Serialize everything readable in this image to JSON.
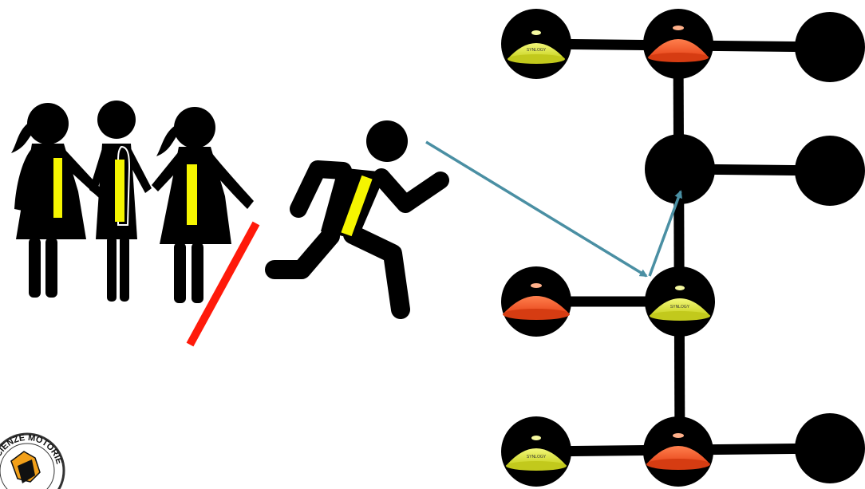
{
  "logo": {
    "text": "SCIENZE MOTORIE"
  },
  "cone_brand": "SYNLOGY",
  "colors": {
    "background": "#ffffff",
    "node": "#000000",
    "yellow_cone": "#e6ee3c",
    "orange_cone": "#ff5a2a",
    "bib": "#f5f500",
    "arrow": "#4a8fa3",
    "line": "#ff1a0a"
  },
  "people": {
    "waiting_group": [
      "girl-left",
      "boy-middle",
      "girl-right"
    ],
    "runner": "running-figure"
  },
  "grid": {
    "nodes": [
      {
        "id": "r1c1",
        "content": "yellow-cone"
      },
      {
        "id": "r1c2",
        "content": "orange-cone"
      },
      {
        "id": "r1c3",
        "content": "empty"
      },
      {
        "id": "r2c2",
        "content": "empty"
      },
      {
        "id": "r2c3",
        "content": "empty"
      },
      {
        "id": "r3c1",
        "content": "orange-cone"
      },
      {
        "id": "r3c2",
        "content": "yellow-cone"
      },
      {
        "id": "r4c1",
        "content": "yellow-cone"
      },
      {
        "id": "r4c2",
        "content": "orange-cone"
      },
      {
        "id": "r4c3",
        "content": "empty"
      }
    ]
  }
}
